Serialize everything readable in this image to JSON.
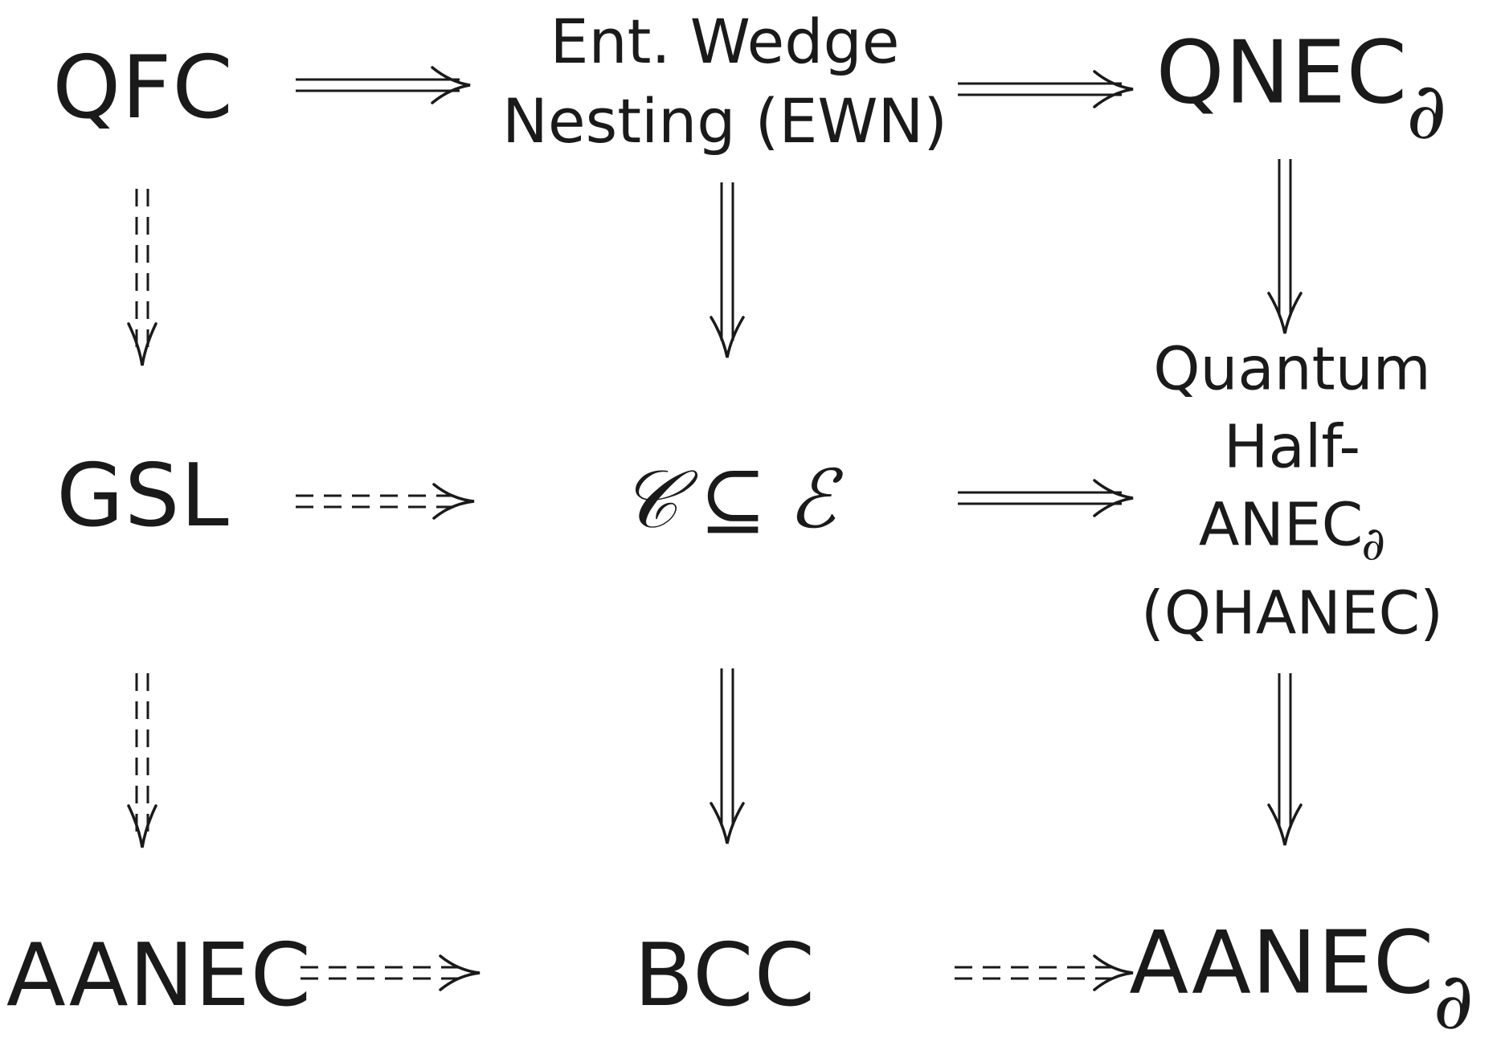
{
  "nodes": {
    "qfc": "QFC",
    "ewn_line1": "Ent. Wedge",
    "ewn_line2": "Nesting (EWN)",
    "qnec": "QNEC",
    "qnec_sub": "∂",
    "gsl": "GSL",
    "c_symbol": "𝒞",
    "subseteq": "⊆",
    "e_symbol": "ℰ",
    "qhanec_line1": "Quantum",
    "qhanec_line2": "Half-",
    "qhanec_line3": "ANEC",
    "qhanec_line3_sub": "∂",
    "qhanec_line4": "(QHANEC)",
    "aanec": "AANEC",
    "bcc": "BCC",
    "aanec_boundary": "AANEC",
    "aanec_boundary_sub": "∂"
  },
  "edges": [
    {
      "from": "QFC",
      "to": "Ent. Wedge Nesting (EWN)",
      "style": "solid"
    },
    {
      "from": "Ent. Wedge Nesting (EWN)",
      "to": "QNEC∂",
      "style": "solid"
    },
    {
      "from": "QFC",
      "to": "GSL",
      "style": "dashed"
    },
    {
      "from": "Ent. Wedge Nesting (EWN)",
      "to": "𝒞 ⊆ ℰ",
      "style": "solid"
    },
    {
      "from": "QNEC∂",
      "to": "Quantum Half-ANEC∂ (QHANEC)",
      "style": "solid"
    },
    {
      "from": "GSL",
      "to": "𝒞 ⊆ ℰ",
      "style": "dashed"
    },
    {
      "from": "𝒞 ⊆ ℰ",
      "to": "Quantum Half-ANEC∂ (QHANEC)",
      "style": "solid"
    },
    {
      "from": "GSL",
      "to": "AANEC",
      "style": "dashed"
    },
    {
      "from": "𝒞 ⊆ ℰ",
      "to": "BCC",
      "style": "solid"
    },
    {
      "from": "Quantum Half-ANEC∂ (QHANEC)",
      "to": "AANEC∂",
      "style": "solid"
    },
    {
      "from": "AANEC",
      "to": "BCC",
      "style": "dashed"
    },
    {
      "from": "BCC",
      "to": "AANEC∂",
      "style": "dashed"
    }
  ],
  "colors": {
    "ink": "#1a1a1a",
    "background": "#ffffff"
  }
}
